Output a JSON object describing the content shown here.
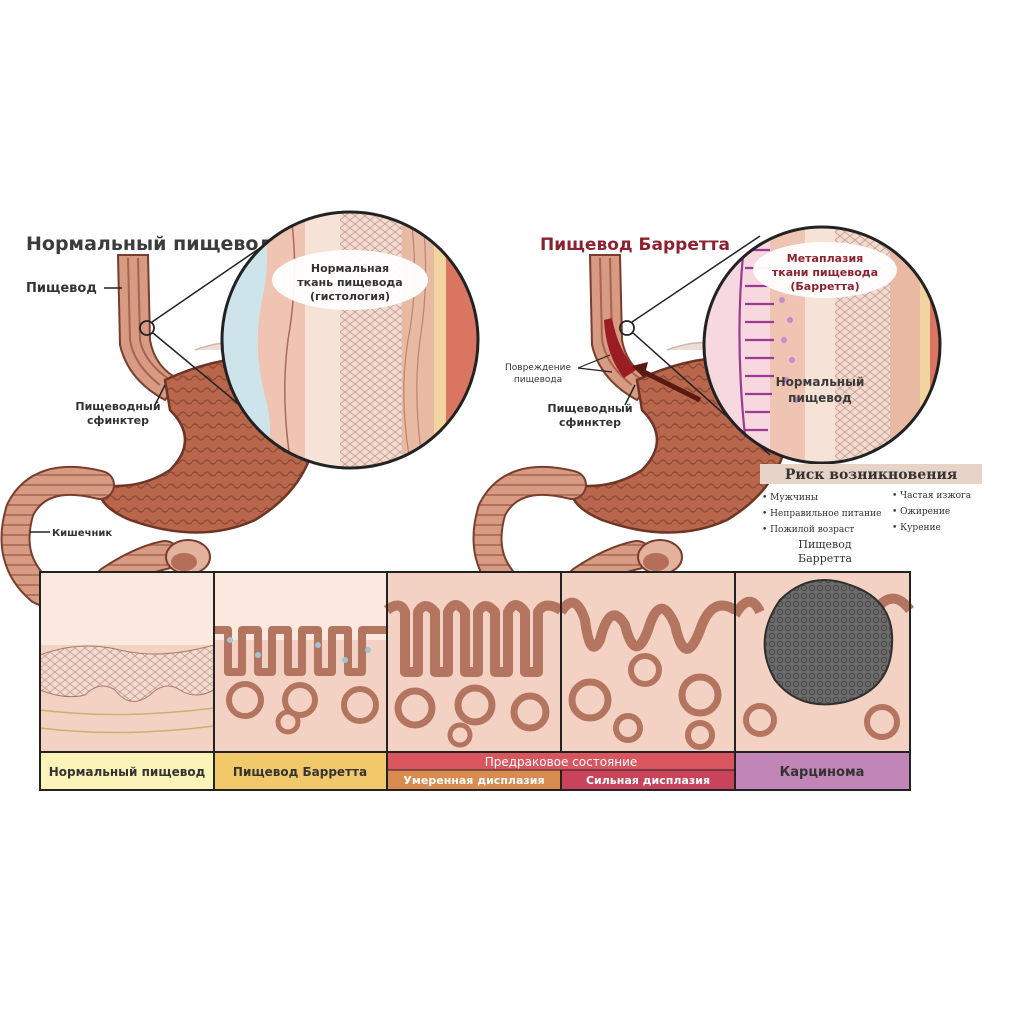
{
  "left_panel": {
    "title": "Нормальный пищевод",
    "labels": {
      "esophagus": "Пищевод",
      "sphincter_line1": "Пищеводный",
      "sphincter_line2": "сфинктер",
      "intestine": "Кишечник"
    },
    "bubble": {
      "line1": "Нормальная",
      "line2": "ткань пищевода",
      "line3": "(гистология)"
    }
  },
  "right_panel": {
    "title": "Пищевод Барретта",
    "labels": {
      "damage_line1": "Повреждение",
      "damage_line2": "пищевода",
      "sphincter_line1": "Пищеводный",
      "sphincter_line2": "сфинктер"
    },
    "bubble": {
      "line1": "Метаплазия",
      "line2": "ткани пищевода",
      "line3": "(Барретта)"
    },
    "normal_label": {
      "line1": "Нормальный",
      "line2": "пищевод"
    }
  },
  "risk": {
    "title": "Риск возникновения",
    "col1": [
      "Мужчины",
      "Неправильное питание",
      "Пожилой возраст"
    ],
    "col2": [
      "Частая изжога",
      "Ожирение",
      "Курение"
    ],
    "subtitle_line1": "Пищевод",
    "subtitle_line2": "Барретта"
  },
  "stages": {
    "normal": "Нормальный пищевод",
    "barrett": "Пищевод Барретта",
    "precancer": "Предраковое состояние",
    "moderate": "Умеренная дисплазия",
    "severe": "Сильная дисплазия",
    "carcinoma": "Карцинома"
  },
  "colors": {
    "title_right": "#8b2230",
    "label_normal": "#fbf3b8",
    "label_barrett": "#f2c96a",
    "label_precancer": "#d9565f",
    "label_moderate": "#d98a4e",
    "label_severe": "#c9445a",
    "label_carcinoma": "#c186b7",
    "stomach": "#b8674d",
    "tissue": "#f2c9b7"
  }
}
